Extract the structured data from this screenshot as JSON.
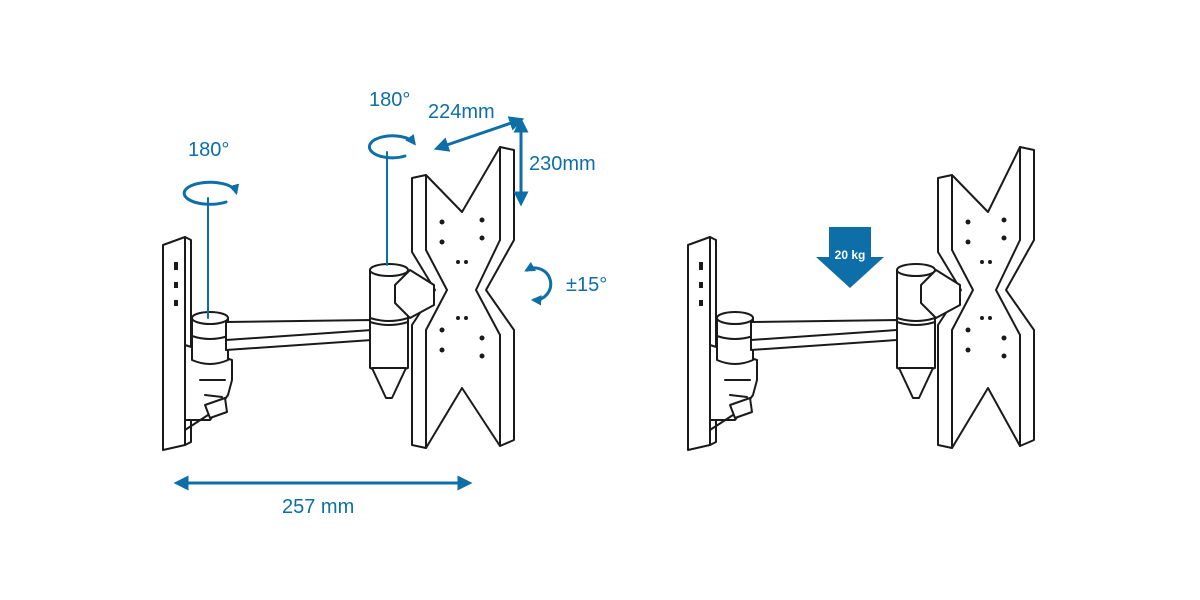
{
  "colors": {
    "accent": "#0e6ea8",
    "line": "#1a1a1a",
    "background": "#ffffff"
  },
  "annotations": {
    "rotation_wall": "180°",
    "rotation_head": "180°",
    "vesa_width": "224mm",
    "vesa_height": "230mm",
    "tilt": "±15°",
    "extension": "257 mm",
    "max_load": "20 kg"
  },
  "icons": [
    "rotation-arrow-icon",
    "double-arrow-icon",
    "down-arrow-icon"
  ]
}
